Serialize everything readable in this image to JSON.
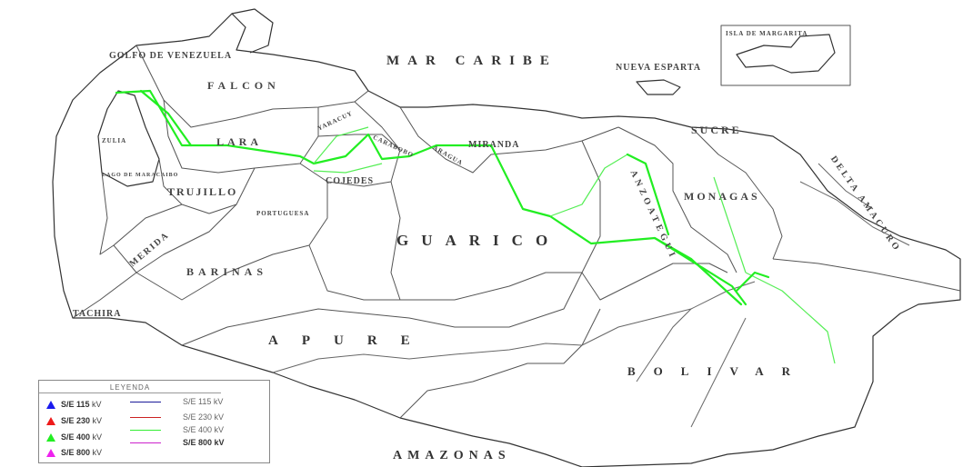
{
  "map_labels": {
    "mar_caribe": "MAR CARIBE",
    "golfo": "GOLFO DE VENEZUELA",
    "falcon": "FALCON",
    "nueva_esparta": "NUEVA ESPARTA",
    "isla_margarita": "ISLA DE MARGARITA",
    "lara": "LARA",
    "yaracuy": "YARACUY",
    "carabobo": "CARABOBO",
    "aragua": "ARAGUA",
    "miranda": "MIRANDA",
    "sucre": "SUCRE",
    "zulia": "ZULIA",
    "lago": "LAGO DE MARACAIBO",
    "trujillo": "TRUJILLO",
    "cojedes": "COJEDES",
    "portuguesa": "PORTUGUESA",
    "guarico": "GUARICO",
    "anzoategui": "ANZOATEGUI",
    "monagas": "MONAGAS",
    "delta": "DELTA AMACURO",
    "merida": "MERIDA",
    "barinas": "BARINAS",
    "tachira": "TACHIRA",
    "apure": "APURE",
    "bolivar": "BOLIVAR",
    "amazonas": "AMAZONAS"
  },
  "legend": {
    "title": "LEYENDA",
    "substations": [
      {
        "label": "S/E 115",
        "unit": "kV",
        "color": "#1a1aee"
      },
      {
        "label": "S/E 230",
        "unit": "kV",
        "color": "#ee1a1a"
      },
      {
        "label": "S/E 400",
        "unit": "kV",
        "color": "#22ee22"
      },
      {
        "label": "S/E 800",
        "unit": "kV",
        "color": "#ee22ee"
      }
    ],
    "lines": [
      {
        "label": "S/E 115 kV",
        "color": "#1a1a99"
      },
      {
        "label": "S/E 230 kV",
        "color": "#cc2222"
      },
      {
        "label": "S/E 400 kV",
        "color": "#33ee33"
      },
      {
        "label": "S/E 800 kV",
        "color": "#cc22cc"
      }
    ]
  }
}
